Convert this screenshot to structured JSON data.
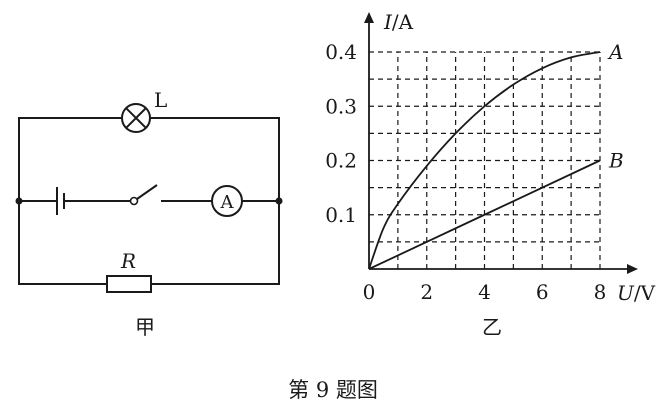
{
  "circuit": {
    "lamp_label": "L",
    "resistor_label": "R",
    "ammeter_label": "A",
    "caption": "甲"
  },
  "figure_caption": "第 9 题图",
  "chart_data": {
    "type": "line",
    "caption": "乙",
    "xlabel_var": "U",
    "xlabel_unit": "/V",
    "ylabel_var": "I",
    "ylabel_unit": "/A",
    "xlim": [
      0,
      8
    ],
    "ylim": [
      0,
      0.4
    ],
    "x_ticks": [
      0,
      2,
      4,
      6,
      8
    ],
    "x_tick_labels": [
      "0",
      "2",
      "4",
      "6",
      "8"
    ],
    "y_ticks": [
      0.1,
      0.2,
      0.3,
      0.4
    ],
    "y_tick_labels": [
      "0.1",
      "0.2",
      "0.3",
      "0.4"
    ],
    "grid_step_x": 1,
    "grid_step_y": 0.05,
    "grid": true,
    "series": [
      {
        "name": "A",
        "x": [
          0,
          0.5,
          1,
          2,
          3,
          4,
          5,
          6,
          7,
          8
        ],
        "y": [
          0,
          0.075,
          0.12,
          0.19,
          0.25,
          0.3,
          0.34,
          0.37,
          0.39,
          0.4
        ]
      },
      {
        "name": "B",
        "x": [
          0,
          4,
          8
        ],
        "y": [
          0,
          0.1,
          0.2
        ]
      }
    ]
  }
}
